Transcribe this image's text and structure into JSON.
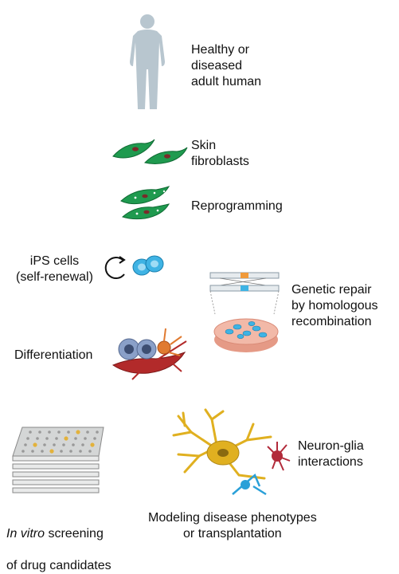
{
  "labels": {
    "human": "Healthy or\ndiseased\nadult human",
    "skin": "Skin\nfibroblasts",
    "reprogramming": "Reprogramming",
    "ips": "iPS cells\n(self-renewal)",
    "genetic_repair": "Genetic repair\nby homologous\nrecombination",
    "differentiation": "Differentiation",
    "neuron_glia": "Neuron-glia\ninteractions",
    "screening_italic": "In vitro",
    "screening_rest": " screening",
    "screening_line2": "of drug candidates",
    "modeling": "Modeling disease phenotypes\nor transplantation"
  },
  "colors": {
    "human": "#b8c6cf",
    "fibroblast": "#1f9a4f",
    "fibroblast_dark": "#0f6a33",
    "nucleus": "#7a2a2a",
    "ips": "#3fb3e4",
    "dish": "#f2b9a8",
    "neuron": "#e0b020",
    "glia_red": "#b22a3a",
    "glia_blue": "#2aa0d8",
    "plate_dot": "#e3b23c"
  },
  "icons": [
    "human-silhouette-icon",
    "fibroblast-icon",
    "self-renewal-arrow-icon",
    "petri-dish-icon",
    "dna-strand-icon",
    "multiwell-plate-icon",
    "neuron-icon"
  ]
}
